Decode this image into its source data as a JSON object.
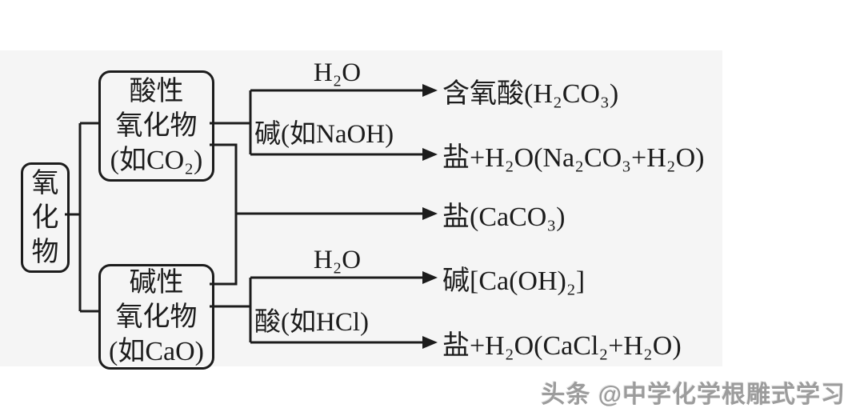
{
  "watermark": {
    "text": "头条 @中学化学根雕式学习"
  },
  "colors": {
    "line": "#1c1c1c",
    "panel": "#f5f5f5",
    "watermark": "#9c9c9c",
    "background": "#ffffff"
  },
  "diagram": {
    "root": {
      "label": "氧化物",
      "chars": [
        "氧",
        "化",
        "物"
      ]
    },
    "branches": [
      {
        "id": "acidic-oxide",
        "lines": [
          "酸性",
          "氧化物",
          "(如CO₂)"
        ]
      },
      {
        "id": "basic-oxide",
        "lines": [
          "碱性",
          "氧化物",
          "(如CaO)"
        ]
      }
    ],
    "reactions": [
      {
        "from": "acidic-oxide",
        "reagent": "H₂O",
        "product": "含氧酸(H₂CO₃)"
      },
      {
        "from": "acidic-oxide",
        "reagent": "碱(如NaOH)",
        "product": "盐+H₂O(Na₂CO₃+H₂O)"
      },
      {
        "from": "acidic-oxide+basic-oxide",
        "reagent": "",
        "product": "盐(CaCO₃)"
      },
      {
        "from": "basic-oxide",
        "reagent": "H₂O",
        "product": "碱[Ca(OH)₂]"
      },
      {
        "from": "basic-oxide",
        "reagent": "酸(如HCl)",
        "product": "盐+H₂O(CaCl₂+H₂O)"
      }
    ]
  }
}
